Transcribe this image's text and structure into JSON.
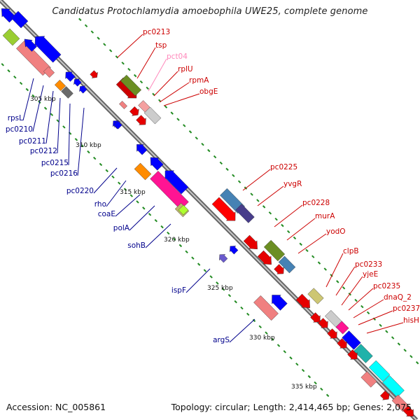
{
  "title": "Candidatus Protochlamydia amoebophila UWE25, complete genome",
  "footer": {
    "accession": "Accession: NC_005861",
    "summary": "Topology: circular; Length: 2,414,465 bp; Genes: 2,075"
  },
  "colors": {
    "forward_label": "#cc0000",
    "forward_label_light": "#ff88bb",
    "reverse_label": "#00008b",
    "backbone": "#909090",
    "tick": "#228b22"
  },
  "scale_labels": [
    "305 kbp",
    "310 kbp",
    "315 kbp",
    "320 kbp",
    "325 kbp",
    "330 kbp",
    "335 kbp"
  ],
  "forward_genes": [
    "pc0213",
    "tsp",
    "pct04",
    "rplU",
    "rpmA",
    "obgE",
    "pc0225",
    "yvgR",
    "pc0228",
    "murA",
    "yodO",
    "clpB",
    "pc0233",
    "yjeE",
    "pc0235",
    "dnaQ_2",
    "pc0237",
    "hisH"
  ],
  "reverse_genes": [
    "rpsL",
    "pc0210",
    "pc0211",
    "pc0212",
    "pc0215",
    "pc0216",
    "pc0220",
    "rho",
    "coaE",
    "polA",
    "sohB",
    "ispF",
    "argS"
  ]
}
